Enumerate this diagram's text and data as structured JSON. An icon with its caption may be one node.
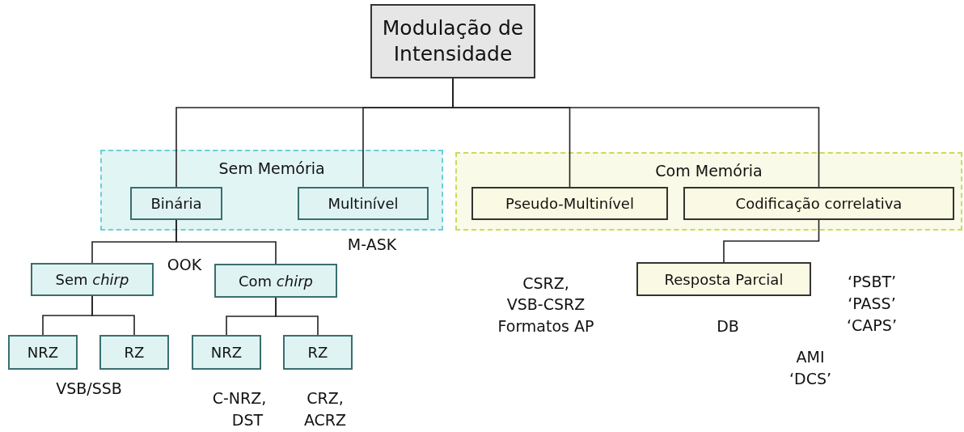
{
  "diagram": {
    "nodes": [
      {
        "text": [
          "Modulação de Intensidade"
        ]
      },
      {
        "text": [
          "Sem Memória"
        ]
      },
      {
        "text": [
          "Binária"
        ],
        "in": 1
      },
      {
        "text": [
          "Multinível"
        ],
        "in": 1
      },
      {
        "text": [
          "Com Memória"
        ]
      },
      {
        "text": [
          "Pseudo-Multinível"
        ],
        "in": 4
      },
      {
        "text": [
          "Codificação correlativa"
        ],
        "in": 4
      },
      {
        "text": [
          "Sem *chirp*"
        ]
      },
      {
        "text": [
          "Com *chirp*"
        ]
      },
      {
        "text": [
          "NRZ"
        ]
      },
      {
        "text": [
          "RZ"
        ]
      },
      {
        "text": [
          "NRZ"
        ]
      },
      {
        "text": [
          "RZ"
        ]
      },
      {
        "text": [
          "Resposta Parcial"
        ]
      }
    ],
    "edges": [
      {
        "from": 0,
        "to": 2,
        "arrow": "none"
      },
      {
        "from": 0,
        "to": 3,
        "arrow": "none"
      },
      {
        "from": 0,
        "to": 5,
        "arrow": "none"
      },
      {
        "from": 0,
        "to": 6,
        "arrow": "none"
      },
      {
        "from": 2,
        "to": 7,
        "arrow": "none"
      },
      {
        "from": 2,
        "to": 8,
        "arrow": "none"
      },
      {
        "from": 7,
        "to": 9,
        "arrow": "none"
      },
      {
        "from": 7,
        "to": 10,
        "arrow": "none"
      },
      {
        "from": 8,
        "to": 11,
        "arrow": "none"
      },
      {
        "from": 8,
        "to": 12,
        "arrow": "none"
      },
      {
        "from": 6,
        "to": 13,
        "arrow": "none"
      }
    ],
    "labels": [
      "OOK",
      "M-ASK",
      "CSRZ,",
      "VSB-CSRZ",
      "Formatos AP",
      "‘PSBT’",
      "‘PASS’",
      "‘CAPS’",
      "DB",
      "AMI",
      "‘DCS’",
      "VSB/SSB",
      "C-NRZ,",
      "DST",
      "CRZ,",
      "ACRZ"
    ]
  }
}
